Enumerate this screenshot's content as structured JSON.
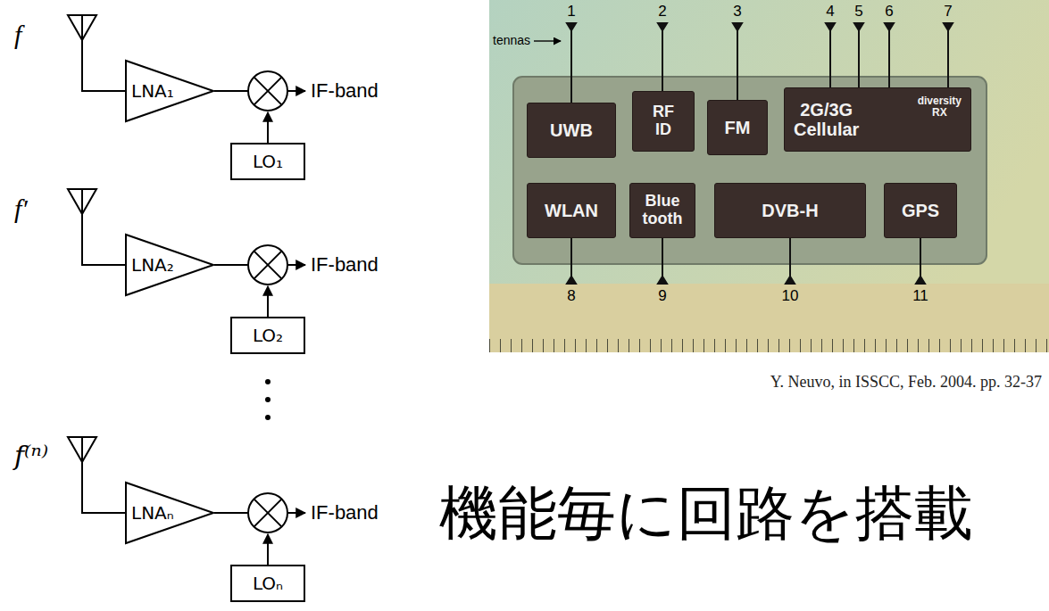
{
  "diagram": {
    "caption": "Y. Neuvo, in ISSCC, Feb. 2004. pp. 32-37",
    "nodes": [
      {
        "text": [
          "LNA₁"
        ]
      },
      {
        "text": [
          "LO₁"
        ]
      },
      {
        "text": [
          "LNA₂"
        ]
      },
      {
        "text": [
          "LO₂"
        ]
      },
      {
        "text": [
          "LNAₙ"
        ]
      },
      {
        "text": [
          "LOₙ"
        ]
      },
      {
        "text": [
          "UWB"
        ]
      },
      {
        "text": [
          "RF ID"
        ]
      },
      {
        "text": [
          "FM"
        ]
      },
      {
        "text": [
          "2G/3G Cellular",
          "diversity RX"
        ]
      },
      {
        "text": [
          "WLAN"
        ]
      },
      {
        "text": [
          "Blue tooth"
        ]
      },
      {
        "text": [
          "DVB-H"
        ]
      },
      {
        "text": [
          "GPS"
        ]
      }
    ],
    "labels": [
      "f",
      "IF-band",
      "f′",
      "IF-band",
      "f⁽ⁿ⁾",
      "IF-band",
      "tennas",
      "1",
      "2",
      "3",
      "4",
      "5",
      "6",
      "7",
      "8",
      "9",
      "10",
      "11",
      "機能毎に回路を搭載"
    ]
  }
}
